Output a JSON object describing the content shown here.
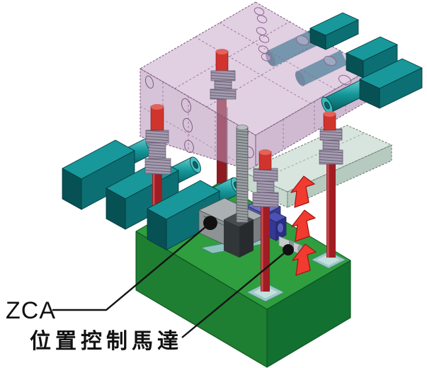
{
  "figure": {
    "type": "3d-cad-assembly-diagram",
    "background": "#ffffff",
    "callouts": {
      "zca": {
        "text": "ZCA",
        "target": "linear-actuator-slide"
      },
      "motor": {
        "text": "位置控制馬達",
        "target": "position-control-motor"
      }
    },
    "arrows": {
      "count": 3,
      "direction": "up",
      "color": "#f13b30"
    },
    "colors": {
      "mold_box_purple": "#c9a8cb",
      "ejector_plate": "#d4e2da",
      "motor_teal_top": "#18989a",
      "motor_teal_dark": "#075155",
      "tie_rod_red": "#a01d23",
      "rod_cap_red": "#d0342c",
      "base_green_top": "#2f9e3e",
      "base_green_side": "#1e7e31",
      "actuator_gray": "#abb0b2",
      "control_motor_blue": "#4d52ae",
      "bushing_gray": "#a49bb0",
      "foot_teal": "#9ec9c7",
      "leader_black": "#141414"
    }
  }
}
